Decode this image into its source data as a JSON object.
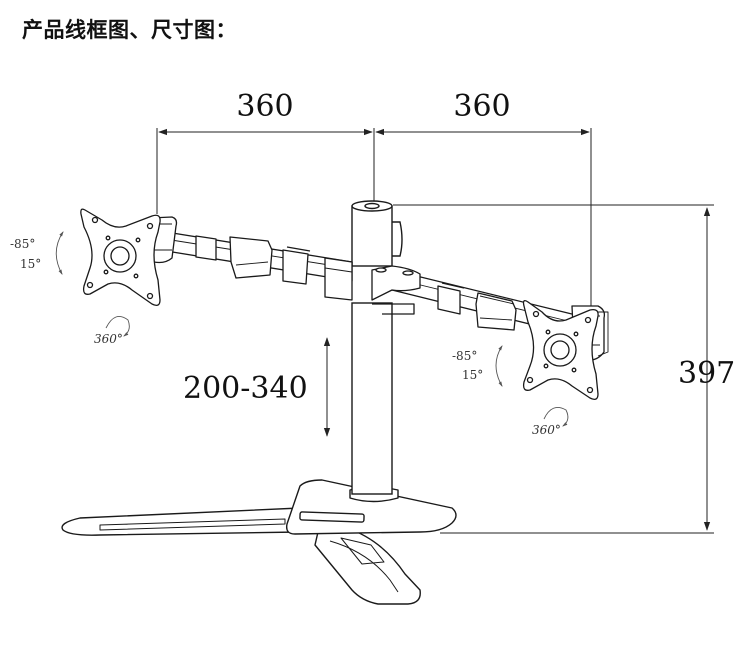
{
  "title": "产品线框图、尺寸图：",
  "dimensions": {
    "left_arm_width": "360",
    "right_arm_width": "360",
    "total_height": "397",
    "height_adjust_range": "200-340"
  },
  "left_head": {
    "tilt_up": "-85°",
    "tilt_down": "15°",
    "rotation": "360°"
  },
  "right_head": {
    "tilt_up": "-85°",
    "tilt_down": "15°",
    "rotation": "360°"
  },
  "colors": {
    "line": "#1a1a1a",
    "fill": "#ffffff",
    "dim_line": "#222222"
  }
}
